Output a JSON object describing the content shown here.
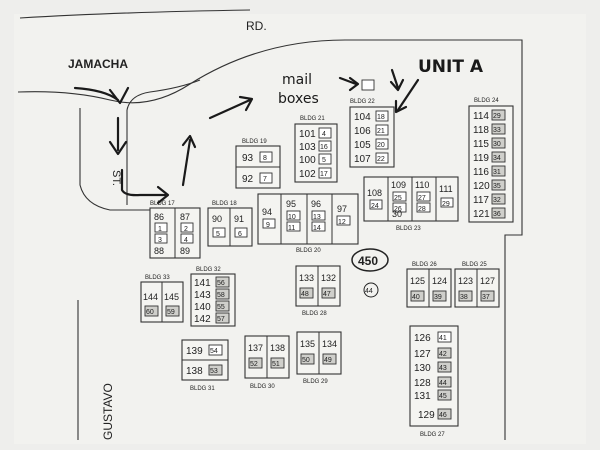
{
  "streets": {
    "rd": "RD.",
    "jamacha": "JAMACHA",
    "st": "ST.",
    "gustavo": "GUSTAVO"
  },
  "annotations": {
    "mail_boxes_line1": "mail",
    "mail_boxes_line2": "boxes",
    "unit_a": "UNIT A",
    "circle_450": "450",
    "circle_44": "44"
  },
  "buildings": {
    "b17": {
      "label": "BLDG 17",
      "units": [
        "86",
        "87",
        "1",
        "2",
        "3",
        "4",
        "88",
        "89"
      ]
    },
    "b18": {
      "label": "BLDG 18",
      "units": [
        "90",
        "91",
        "5",
        "6"
      ]
    },
    "b19": {
      "label": "BLDG 19",
      "units": [
        "93",
        "8",
        "92",
        "7"
      ]
    },
    "b20": {
      "label": "BLDG 20",
      "units": [
        "94",
        "95",
        "96",
        "97",
        "9",
        "10",
        "11",
        "12",
        "13",
        "14"
      ]
    },
    "b21": {
      "label": "BLDG 21",
      "units": [
        "101",
        "4",
        "103",
        "16",
        "100",
        "5",
        "102",
        "17"
      ]
    },
    "b22": {
      "label": "BLDG 22",
      "units": [
        "104",
        "106",
        "105",
        "107",
        "18",
        "21",
        "20",
        "22"
      ]
    },
    "b23": {
      "label": "BLDG 23",
      "units": [
        "108",
        "109",
        "110",
        "111",
        "24",
        "25",
        "26",
        "27",
        "28",
        "29",
        "30"
      ]
    },
    "b24": {
      "label": "BLDG 24",
      "units": [
        "114",
        "118",
        "115",
        "119",
        "116",
        "120",
        "117",
        "121",
        "29",
        "33",
        "30",
        "34",
        "31",
        "35",
        "32",
        "36"
      ]
    },
    "b25": {
      "label": "BLDG 25",
      "units": [
        "123",
        "127",
        "38",
        "37"
      ]
    },
    "b26": {
      "label": "BLDG 26",
      "units": [
        "125",
        "124",
        "40",
        "39"
      ]
    },
    "b27": {
      "label": "BLDG 27",
      "units": [
        "126",
        "127",
        "130",
        "128",
        "131",
        "129",
        "41",
        "42",
        "43",
        "44",
        "45",
        "46"
      ]
    },
    "b28": {
      "label": "BLDG 28",
      "units": [
        "133",
        "132",
        "48",
        "47"
      ]
    },
    "b29": {
      "label": "BLDG 29",
      "units": [
        "135",
        "134",
        "50",
        "49"
      ]
    },
    "b30": {
      "label": "BLDG 30",
      "units": [
        "137",
        "138",
        "52",
        "51"
      ]
    },
    "b31": {
      "label": "BLDG 31",
      "units": [
        "139",
        "138",
        "54",
        "53"
      ]
    },
    "b32": {
      "label": "BLDG 32",
      "units": [
        "141",
        "143",
        "140",
        "142",
        "56",
        "58",
        "55",
        "57"
      ]
    },
    "b33": {
      "label": "BLDG 33",
      "units": [
        "144",
        "145",
        "60",
        "59"
      ]
    }
  }
}
